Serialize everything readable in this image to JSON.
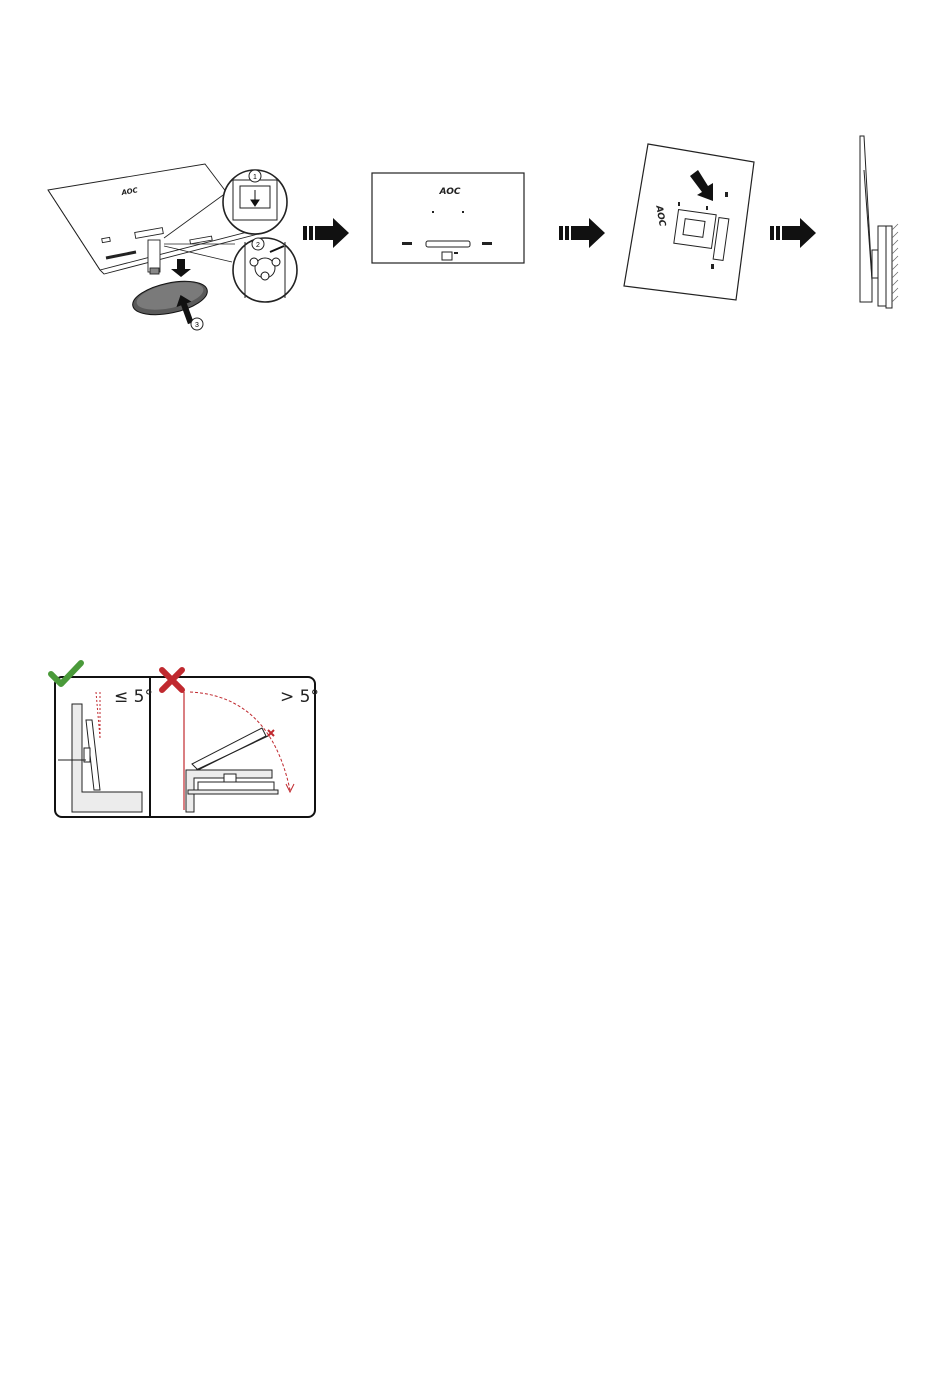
{
  "brand": {
    "logo": "AOC"
  },
  "steps": [
    {
      "name": "remove-stand",
      "callouts": [
        "1",
        "2",
        "3"
      ]
    },
    {
      "name": "back-cover"
    },
    {
      "name": "attach-bracket"
    },
    {
      "name": "mounted-side"
    }
  ],
  "icons": [
    "arrow-right-icon",
    "check-icon",
    "cross-icon",
    "screw-icon"
  ],
  "tilt": {
    "ok_label": "≤ 5°",
    "bad_label": "> 5°",
    "ok_color": "#4a9a3a",
    "bad_color": "#c0292f"
  }
}
